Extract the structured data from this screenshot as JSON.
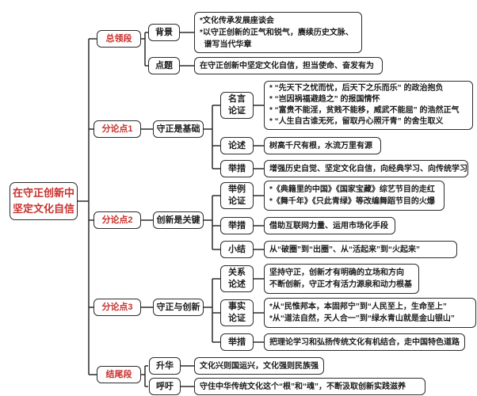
{
  "colors": {
    "accent_red": "#c9302c",
    "line_color": "#2b2b2b"
  },
  "map": {
    "root": "在守正创新中\n坚定文化自信",
    "s1": {
      "label": "总领段",
      "bg_label": "背景",
      "bg_content": "*文化传承发展座谈会\n*以守正创新的正气和锐气，赓续历史文脉、\n  谱写当代华章",
      "dt_label": "点题",
      "dt_content": "在守正创新中坚定文化自信，担当使命、奋发有为"
    },
    "s2": {
      "label": "分论点1",
      "mid": "守正是基础",
      "mingyan_label": "名言\n论证",
      "mingyan_content": "* “先天下之忧而忧，后天下之乐而乐” 的政治抱负\n* “岂因祸福避趋之” 的报国情怀\n* “富贵不能淫，贫贱不能移，威武不能屈” 的浩然正气\n* “人生自古谁无死，留取丹心照汗青” 的舍生取义",
      "lunshu_label": "论述",
      "lunshu_content": "树高千尺有根，水流万里有源",
      "jucuo_label": "举措",
      "jucuo_content": "增强历史自觉、坚定文化自信，向经典学习、向传统学习"
    },
    "s3": {
      "label": "分论点2",
      "mid": "创新是关键",
      "juli_label": "举例\n论证",
      "juli_content": "*《典籍里的中国》《国家宝藏》综艺节目的走红\n*《舞千年》《只此青绿》等改编舞蹈节目的火爆",
      "jucuo_label": "举措",
      "jucuo_content": "借助互联网力量、运用市场化手段",
      "xiaojie_label": "小结",
      "xiaojie_content": "从“破圈”到“出圈”、从“活起来”到“火起来”"
    },
    "s4": {
      "label": "分论点3",
      "mid": "守正与创新",
      "guanxi_label": "关系\n论述",
      "guanxi_content": "坚持守正，创新才有明确的立场和方向\n不断创新，守正才有活力源泉和动力根基",
      "shishi_label": "事实\n论证",
      "shishi_content": "*从“民惟邦本，本固邦宁”到“人民至上，生命至上”\n*从“道法自然，天人合一”到“绿水青山就是金山银山”",
      "jucuo_label": "举措",
      "jucuo_content": "把理论学习和弘扬传统文化有机结合，走中国特色道路"
    },
    "s5": {
      "label": "结尾段",
      "shenghua_label": "升华",
      "shenghua_content": "文化兴则国运兴，文化强则民族强",
      "huyu_label": "呼吁",
      "huyu_content": "守住中华传统文化这个“根”和“魂”，不断汲取创新实践滋养"
    }
  }
}
